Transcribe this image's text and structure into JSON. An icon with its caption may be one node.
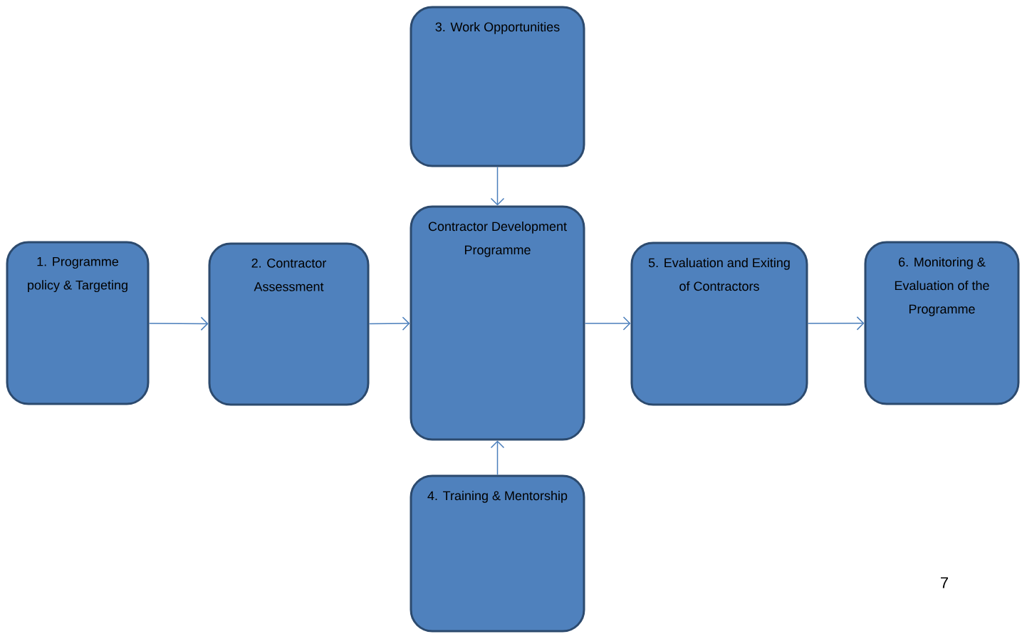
{
  "diagram": {
    "nodes": [
      {
        "text": [
          "1. Programme policy & Targeting"
        ]
      },
      {
        "text": [
          "2. Contractor Assessment"
        ]
      },
      {
        "text": [
          "Contractor Development Programme"
        ]
      },
      {
        "text": [
          "3. Work Opportunities"
        ]
      },
      {
        "text": [
          "4. Training & Mentorship"
        ]
      },
      {
        "text": [
          "5. Evaluation and Exiting of Contractors"
        ]
      },
      {
        "text": [
          "6. Monitoring & Evaluation of the Programme"
        ]
      }
    ],
    "edges": [
      {
        "from": 0,
        "to": 1,
        "arrow": "to"
      },
      {
        "from": 1,
        "to": 2,
        "arrow": "to"
      },
      {
        "from": 3,
        "to": 2,
        "arrow": "to"
      },
      {
        "from": 4,
        "to": 2,
        "arrow": "to"
      },
      {
        "from": 2,
        "to": 5,
        "arrow": "to"
      },
      {
        "from": 5,
        "to": 6,
        "arrow": "to"
      }
    ],
    "labels": [
      "7"
    ]
  }
}
